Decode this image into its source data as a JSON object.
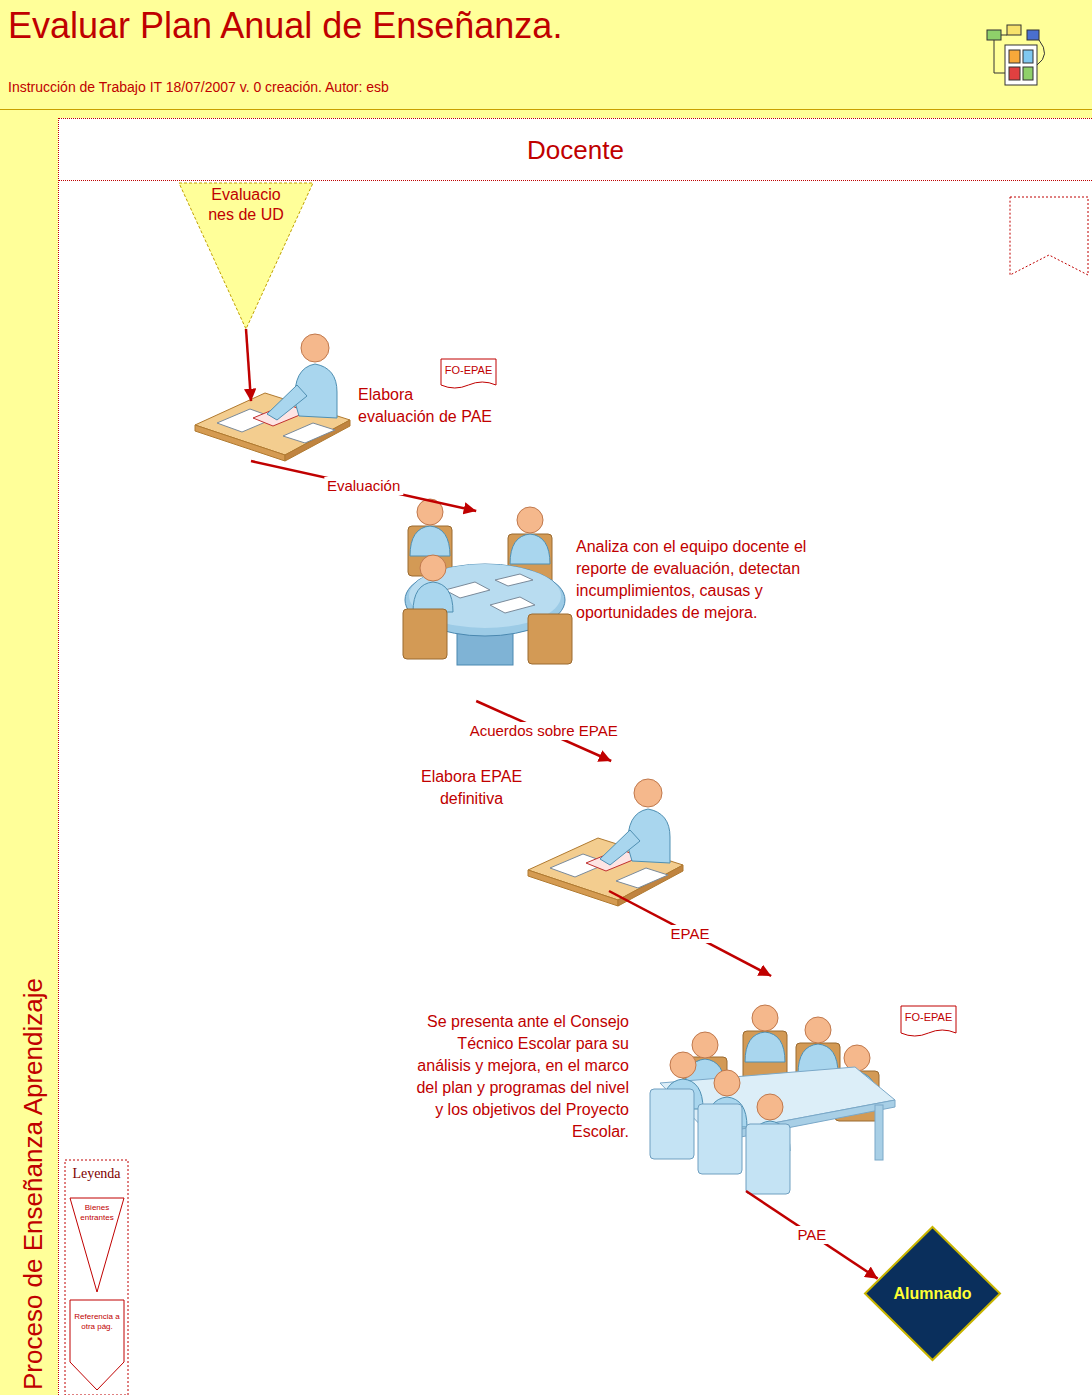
{
  "diagram": {
    "title": "Evaluar Plan Anual de Enseñanza.",
    "caption": "Instrucción de Trabajo IT 18/07/2007 v. 0 creación. Autor: esb",
    "nodes": [
      {
        "text": [
          "Proceso de Enseñanza Aprendizaje"
        ]
      },
      {
        "text": [
          "Docente"
        ],
        "in": 0
      },
      {
        "text": [
          "Evaluaciones de UD"
        ],
        "in": 1
      },
      {
        "text": [
          "Elabora evaluación de PAE"
        ],
        "in": 1
      },
      {
        "text": [
          "FO-EPAE"
        ],
        "in": 1
      },
      {
        "text": [
          "Analiza con el equipo docente el reporte de evaluación, detectan incumplimientos, causas y oportunidades de mejora."
        ],
        "in": 1
      },
      {
        "text": [
          "Elabora EPAE definitiva"
        ],
        "in": 1
      },
      {
        "text": [
          "Se presenta ante el Consejo Técnico Escolar para su análisis y mejora, en el marco del plan y programas del nivel y los objetivos del Proyecto Escolar."
        ],
        "in": 1
      },
      {
        "text": [
          "FO-EPAE"
        ],
        "in": 1
      },
      {
        "text": [
          "Alumnado"
        ],
        "in": 1
      }
    ],
    "edges": [
      {
        "from": 2,
        "to": 3,
        "arrow": "to"
      },
      {
        "from": 3,
        "to": 5,
        "label": "Evaluación",
        "arrow": "to"
      },
      {
        "from": 5,
        "to": 6,
        "label": "Acuerdos sobre EPAE",
        "arrow": "to"
      },
      {
        "from": 6,
        "to": 7,
        "label": "EPAE",
        "arrow": "to"
      },
      {
        "from": 7,
        "to": 9,
        "label": "PAE",
        "arrow": "to"
      }
    ],
    "labels": [
      "Leyenda"
    ],
    "legend": [
      {
        "text": "Bienes entrantes"
      },
      {
        "text": "Referencia a otra pág."
      }
    ]
  }
}
